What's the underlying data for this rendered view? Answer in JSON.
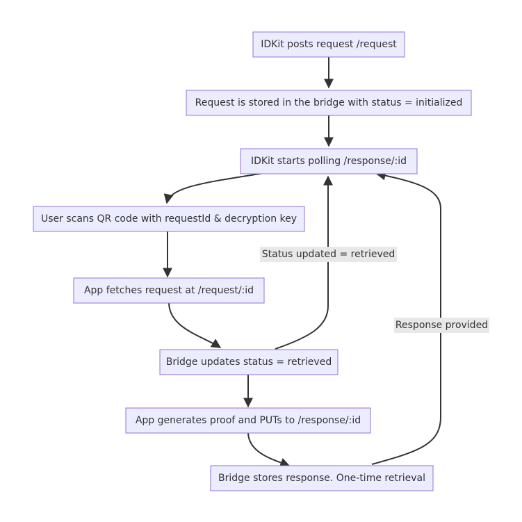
{
  "diagram": {
    "nodes": [
      {
        "id": "n1",
        "label": "IDKit posts request /request"
      },
      {
        "id": "n2",
        "label": "Request is stored in the bridge with status = initialized"
      },
      {
        "id": "n3",
        "label": "IDKit starts polling /response/:id"
      },
      {
        "id": "n4",
        "label": "User scans QR code with requestId & decryption key"
      },
      {
        "id": "n5",
        "label": "App fetches request at /request/:id"
      },
      {
        "id": "n6",
        "label": "Bridge updates status = retrieved"
      },
      {
        "id": "n7",
        "label": "App generates proof and PUTs to /response/:id"
      },
      {
        "id": "n8",
        "label": "Bridge stores response. One-time retrieval"
      }
    ],
    "edges": [
      {
        "from": "n1",
        "to": "n2",
        "label": ""
      },
      {
        "from": "n2",
        "to": "n3",
        "label": ""
      },
      {
        "from": "n3",
        "to": "n4",
        "label": ""
      },
      {
        "from": "n4",
        "to": "n5",
        "label": ""
      },
      {
        "from": "n5",
        "to": "n6",
        "label": ""
      },
      {
        "from": "n6",
        "to": "n3",
        "label": "Status updated = retrieved"
      },
      {
        "from": "n6",
        "to": "n7",
        "label": ""
      },
      {
        "from": "n7",
        "to": "n8",
        "label": ""
      },
      {
        "from": "n8",
        "to": "n3",
        "label": "Response provided"
      }
    ]
  },
  "colors": {
    "node_fill": "#ececff",
    "node_stroke": "#9370db",
    "edge": "#333333",
    "label_bg": "#e8e8e8",
    "text": "#333333"
  }
}
